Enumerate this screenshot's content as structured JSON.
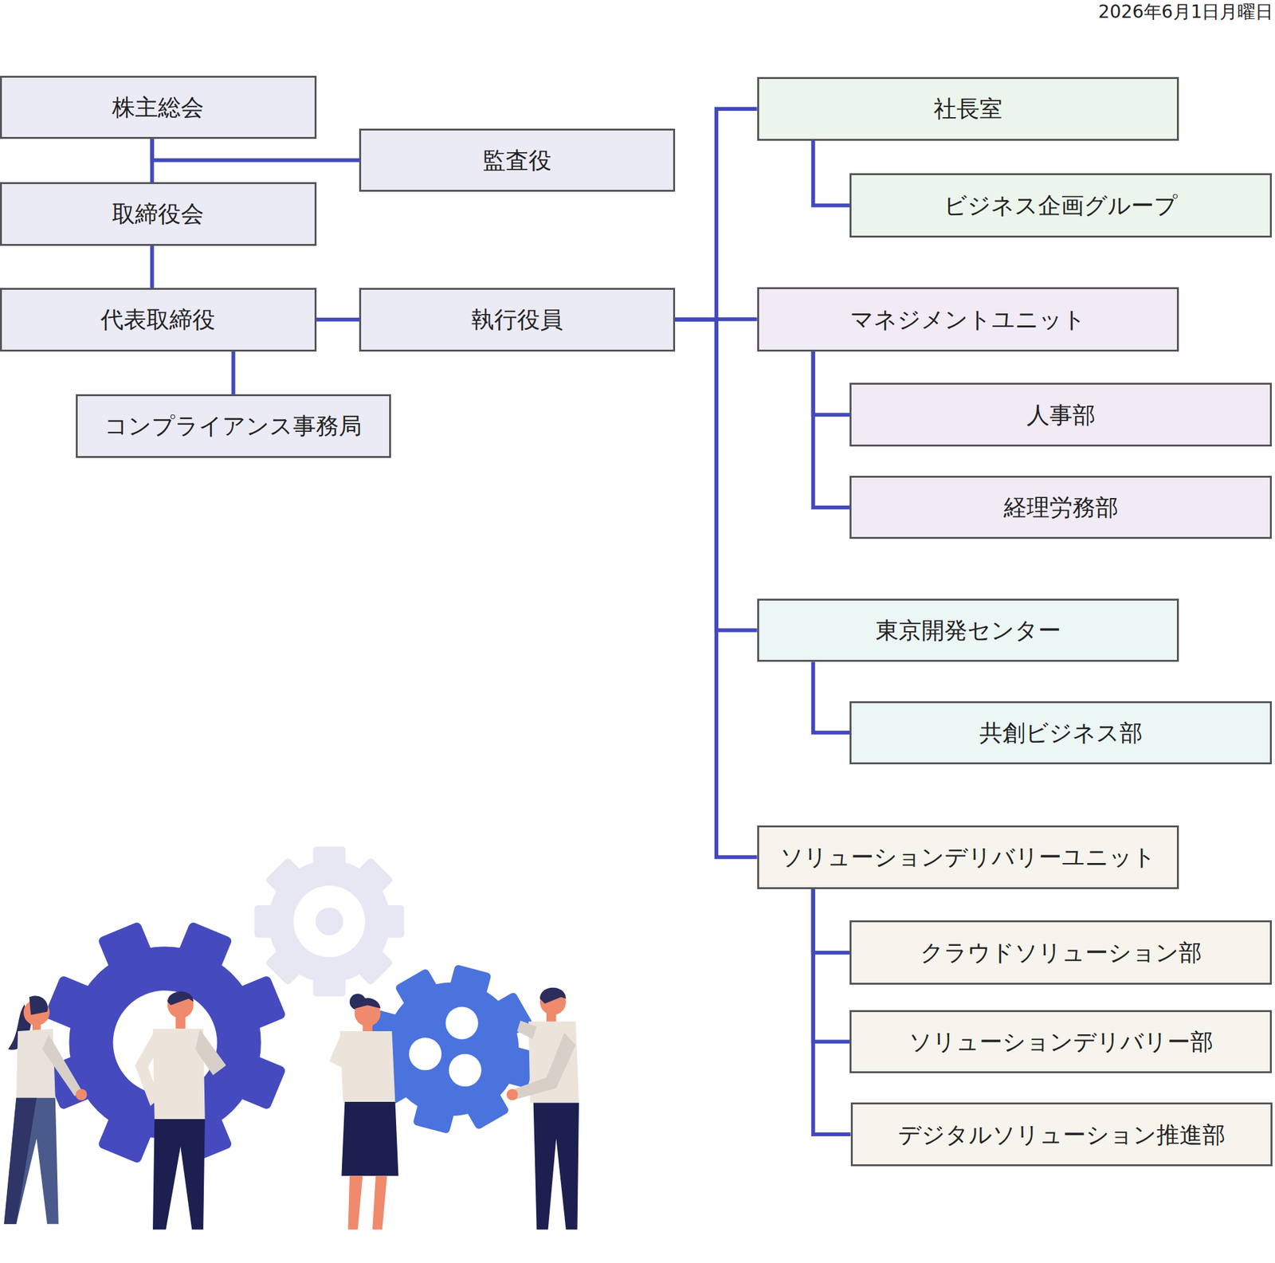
{
  "diagram": {
    "nodes": [
      {
        "text": [
          "株主総会"
        ]
      },
      {
        "text": [
          "監査役"
        ]
      },
      {
        "text": [
          "取締役会"
        ]
      },
      {
        "text": [
          "代表取締役"
        ]
      },
      {
        "text": [
          "執行役員"
        ]
      },
      {
        "text": [
          "コンプライアンス事務局"
        ]
      },
      {
        "text": [
          "社長室"
        ]
      },
      {
        "text": [
          "ビジネス企画グループ"
        ]
      },
      {
        "text": [
          "マネジメントユニット"
        ]
      },
      {
        "text": [
          "人事部"
        ]
      },
      {
        "text": [
          "経理労務部"
        ]
      },
      {
        "text": [
          "東京開発センター"
        ]
      },
      {
        "text": [
          "共創ビジネス部"
        ]
      },
      {
        "text": [
          "ソリューションデリバリーユニット"
        ]
      },
      {
        "text": [
          "クラウドソリューション部"
        ]
      },
      {
        "text": [
          "ソリューションデリバリー部"
        ]
      },
      {
        "text": [
          "デジタルソリューション推進部"
        ]
      }
    ],
    "edges": [
      {
        "from": 0,
        "to": 2,
        "arrow": "none"
      },
      {
        "from": 0,
        "to": 1,
        "arrow": "none"
      },
      {
        "from": 2,
        "to": 3,
        "arrow": "none"
      },
      {
        "from": 3,
        "to": 4,
        "arrow": "none"
      },
      {
        "from": 3,
        "to": 5,
        "arrow": "none"
      },
      {
        "from": 4,
        "to": 6,
        "arrow": "none"
      },
      {
        "from": 4,
        "to": 8,
        "arrow": "none"
      },
      {
        "from": 4,
        "to": 11,
        "arrow": "none"
      },
      {
        "from": 4,
        "to": 13,
        "arrow": "none"
      },
      {
        "from": 6,
        "to": 7,
        "arrow": "none"
      },
      {
        "from": 8,
        "to": 9,
        "arrow": "none"
      },
      {
        "from": 8,
        "to": 10,
        "arrow": "none"
      },
      {
        "from": 11,
        "to": 12,
        "arrow": "none"
      },
      {
        "from": 13,
        "to": 14,
        "arrow": "none"
      },
      {
        "from": 13,
        "to": 15,
        "arrow": "none"
      },
      {
        "from": 13,
        "to": 16,
        "arrow": "none"
      }
    ],
    "labels": [
      "2026年6月1日月曜日"
    ]
  }
}
